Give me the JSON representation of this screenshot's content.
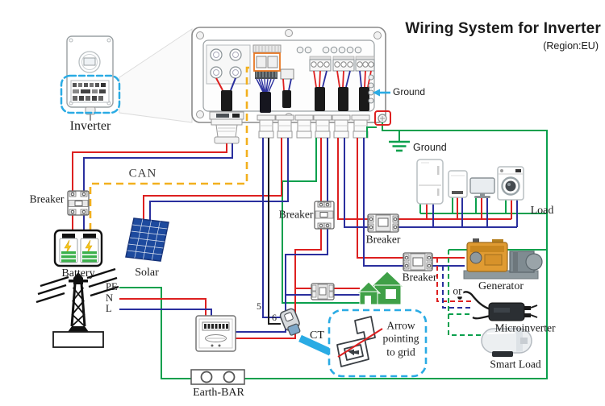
{
  "title": {
    "text": "Wiring System for Inverter",
    "region": "(Region:EU)"
  },
  "device_labels": {
    "inverter": "Inverter",
    "battery": "Battery",
    "solar": "Solar",
    "earth_bar": "Earth-BAR",
    "ct": "CT",
    "load": "Load",
    "generator": "Generator",
    "microinverter": "Microinverter",
    "smart_load": "Smart Load"
  },
  "wire_labels": {
    "can": "CAN",
    "pe": "PE",
    "n": "N",
    "l": "L",
    "wire5": "5",
    "wire6": "6",
    "or": "or"
  },
  "breaker_labels": {
    "battery": "Breaker",
    "grid": "Breaker",
    "load": "Breaker",
    "generator": "Breaker"
  },
  "ground_labels": {
    "chassis": "Ground",
    "earth": "Ground"
  },
  "callout": {
    "line1": "Arrow",
    "line2": "pointing",
    "line3": "to grid"
  },
  "colors": {
    "live_red": "#dd2020",
    "neutral_blue": "#2a2f9e",
    "ground_green": "#0aa04d",
    "can_yellow": "#f2b01e",
    "ct_black": "#1c1c1c",
    "callout_blue": "#2aabe4",
    "highlight_orange": "#e87722"
  }
}
